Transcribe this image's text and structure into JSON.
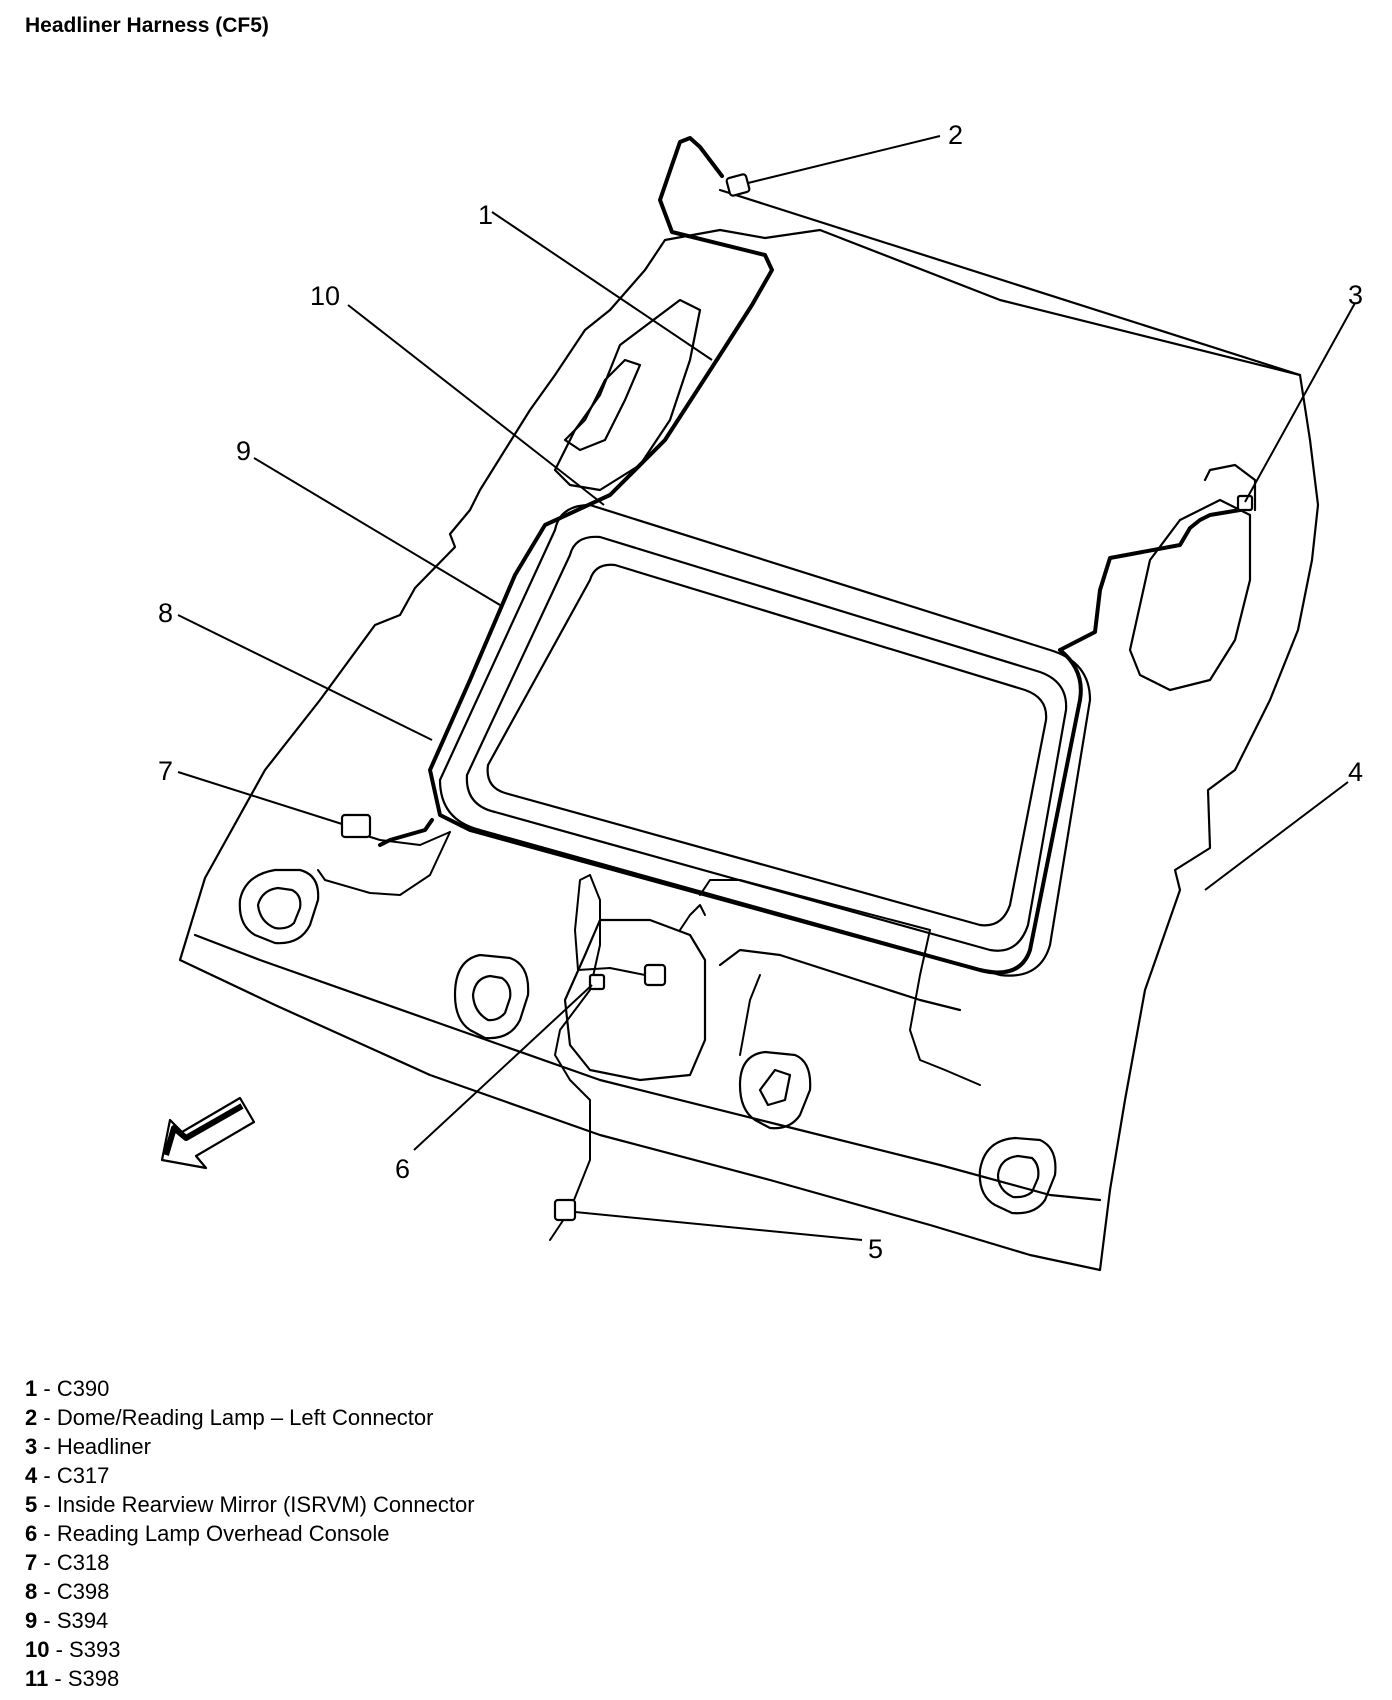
{
  "title": "Headliner Harness (CF5)",
  "callouts": [
    "1",
    "2",
    "3",
    "4",
    "5",
    "6",
    "7",
    "8",
    "9",
    "10"
  ],
  "legend": [
    {
      "num": "1",
      "sep": " - ",
      "text": "C390"
    },
    {
      "num": "2",
      "sep": " - ",
      "text": "Dome/Reading Lamp – Left Connector"
    },
    {
      "num": "3",
      "sep": " - ",
      "text": "Headliner"
    },
    {
      "num": "4",
      "sep": " - ",
      "text": "C317"
    },
    {
      "num": "5",
      "sep": " - ",
      "text": "Inside Rearview Mirror (ISRVM) Connector"
    },
    {
      "num": "6",
      "sep": " - ",
      "text": "Reading Lamp Overhead Console"
    },
    {
      "num": "7",
      "sep": " - ",
      "text": "C318"
    },
    {
      "num": "8",
      "sep": " - ",
      "text": "C398"
    },
    {
      "num": "9",
      "sep": " - ",
      "text": "S394"
    },
    {
      "num": "10",
      "sep": " - ",
      "text": "S393"
    },
    {
      "num": "11",
      "sep": " - ",
      "text": "S398"
    }
  ]
}
